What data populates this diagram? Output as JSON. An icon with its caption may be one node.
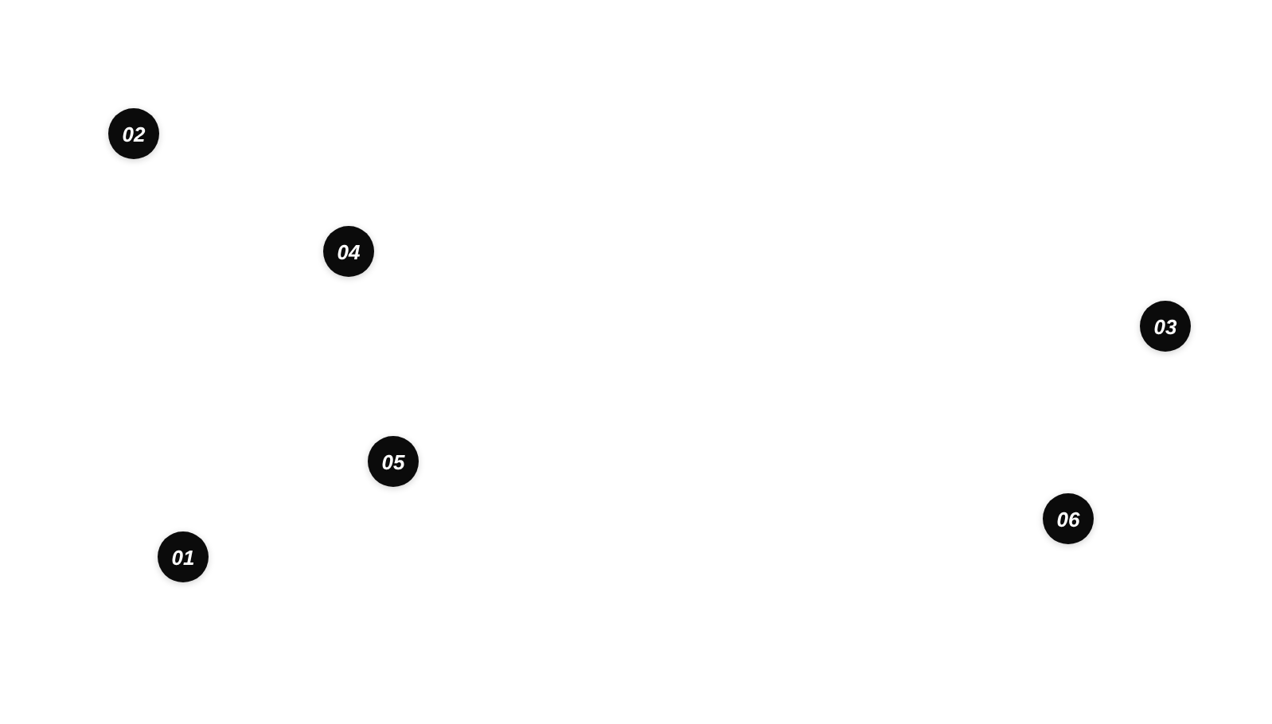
{
  "diagram": {
    "nodes": [
      {
        "text": [
          "02"
        ]
      },
      {
        "text": [
          "04"
        ]
      },
      {
        "text": [
          "03"
        ]
      },
      {
        "text": [
          "05"
        ]
      },
      {
        "text": [
          "06"
        ]
      },
      {
        "text": [
          "01"
        ]
      }
    ]
  }
}
